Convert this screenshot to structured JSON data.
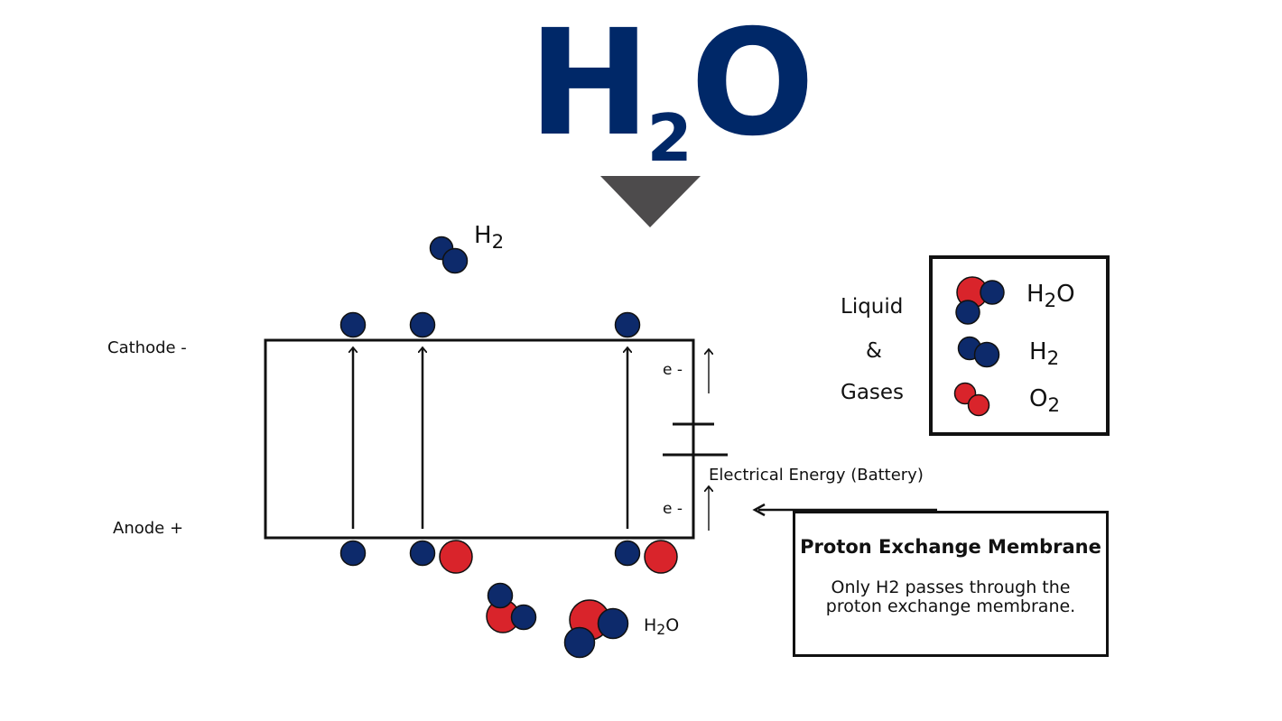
{
  "title": {
    "letter_h": "H",
    "subscript": "2",
    "letter_o": "O"
  },
  "electrodes": {
    "cathode": "Cathode -",
    "anode": "Anode +"
  },
  "electrons": {
    "top": "e -",
    "bottom": "e -"
  },
  "battery": {
    "label": "Electrical Energy (Battery)"
  },
  "product_top": {
    "main": "H",
    "sub": "2"
  },
  "product_bottom": {
    "main": "H",
    "sub": "2",
    "tail": "O"
  },
  "legend": {
    "side_words": [
      "Liquid",
      "&",
      "Gases"
    ],
    "items": [
      {
        "main": "H",
        "sub": "2",
        "tail": "O",
        "icon": "water-molecule-icon"
      },
      {
        "main": "H",
        "sub": "2",
        "tail": "",
        "icon": "hydrogen-molecule-icon"
      },
      {
        "main": "O",
        "sub": "2",
        "tail": "",
        "icon": "oxygen-molecule-icon"
      }
    ]
  },
  "note": {
    "title": "Proton Exchange Membrane",
    "line1": "Only H2 passes through the",
    "line2": "proton exchange membrane."
  },
  "colors": {
    "hydrogen": "#0d2a6b",
    "oxygen": "#d9242b",
    "title": "#002868",
    "arrow": "#4d4b4c",
    "line": "#111111"
  }
}
